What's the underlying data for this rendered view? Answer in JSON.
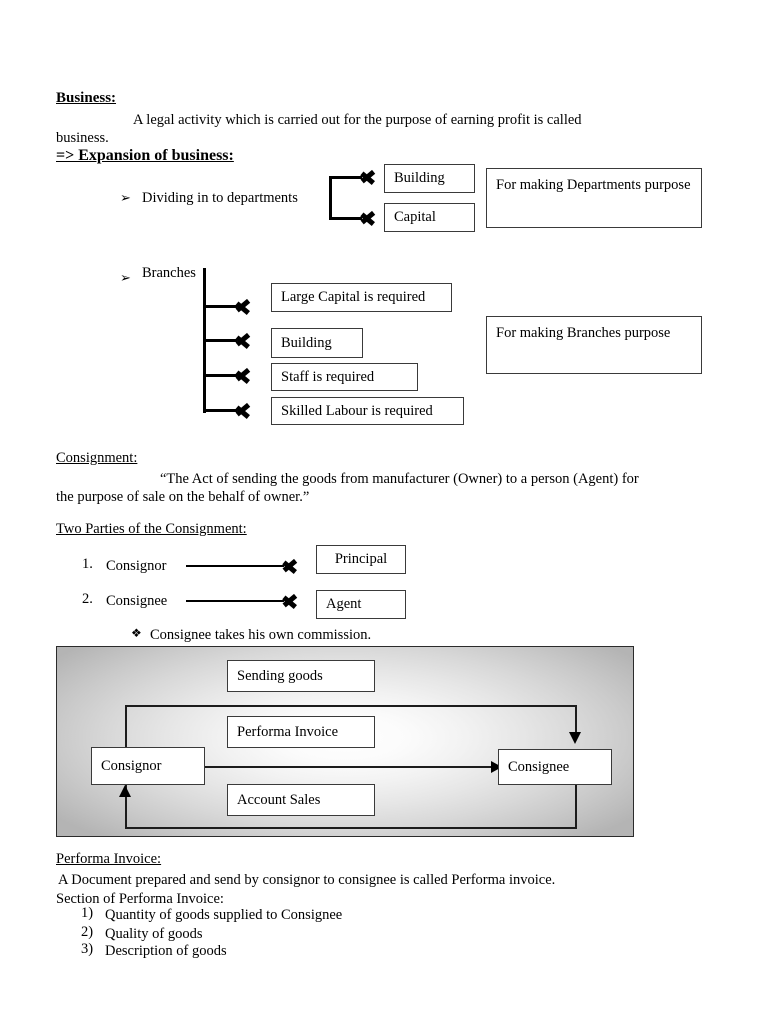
{
  "document": {
    "business": {
      "heading": "Business:",
      "definition": "A legal activity which is carried out for the purpose of earning profit is called",
      "definition_cont": "business.",
      "expansion_heading": "=> Expansion of business:"
    },
    "departments": {
      "bullet_glyph": "➢",
      "label": "Dividing in to departments",
      "items": [
        {
          "label": "Building"
        },
        {
          "label": "Capital"
        }
      ],
      "purpose_note": "For making Departments purpose"
    },
    "branches": {
      "bullet_glyph": "➢",
      "label": "Branches",
      "items": [
        {
          "label": "Large Capital is required"
        },
        {
          "label": "Building"
        },
        {
          "label": "Staff is required"
        },
        {
          "label": "Skilled Labour is required"
        }
      ],
      "purpose_note": "For making Branches purpose"
    },
    "consignment": {
      "heading": "Consignment:",
      "definition_line1": "“The Act of sending the goods from manufacturer (Owner) to a person (Agent) for",
      "definition_line2": "the purpose of sale on the behalf of owner.”",
      "parties_heading": "Two Parties of the Consignment:",
      "parties": [
        {
          "number": "1.",
          "name": "Consignor",
          "role": "Principal"
        },
        {
          "number": "2.",
          "name": "Consignee",
          "role": "Agent"
        }
      ],
      "note_glyph": "❖",
      "note": "Consignee takes his own commission."
    },
    "flow_diagram": {
      "left_party": "Consignor",
      "right_party": "Consignee",
      "flows": [
        {
          "label": "Sending goods"
        },
        {
          "label": "Performa Invoice"
        },
        {
          "label": "Account Sales"
        }
      ]
    },
    "performa_invoice": {
      "heading": "Performa Invoice:",
      "definition": "A Document prepared and send by consignor to consignee is called Performa invoice.",
      "section_heading": "Section of Performa Invoice:",
      "sections": [
        {
          "number": "1)",
          "label": "Quantity of goods supplied to Consignee"
        },
        {
          "number": "2)",
          "label": "Quality of goods"
        },
        {
          "number": "3)",
          "label": "Description of goods"
        }
      ]
    }
  }
}
